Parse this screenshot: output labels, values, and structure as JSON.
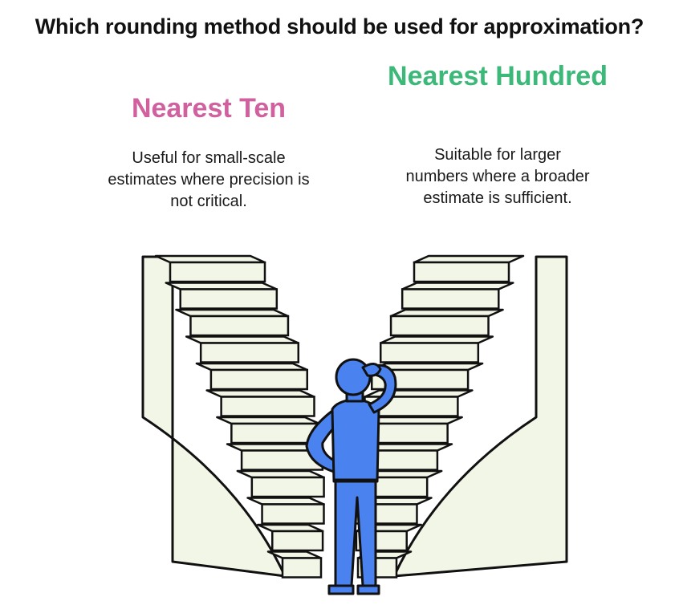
{
  "title": "Which rounding method should be used for approximation?",
  "options": [
    {
      "title": "Nearest Ten",
      "description": "Useful for small-scale estimates where precision is not critical.",
      "color": "#d1609f"
    },
    {
      "title": "Nearest Hundred",
      "description": "Suitable for larger numbers where a broader estimate is sufficient.",
      "color": "#3cb878"
    }
  ],
  "colors": {
    "stair_fill": "#f2f6e6",
    "outline": "#111111",
    "person": "#4a82f0"
  },
  "icons": [
    "staircase-left",
    "staircase-right",
    "thinking-person-icon"
  ]
}
